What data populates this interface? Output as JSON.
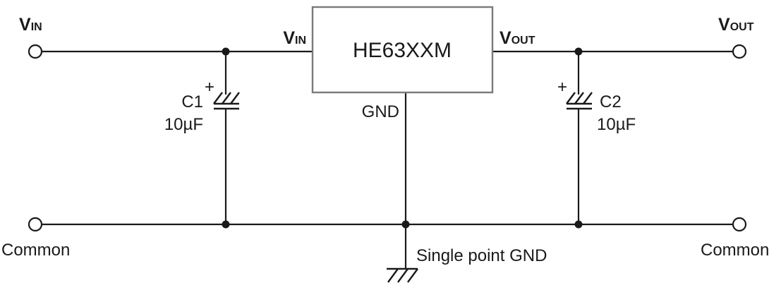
{
  "diagram": {
    "background": "#ffffff",
    "line_color": "#1a1a1a",
    "box_border_color": "#7a7a7a"
  },
  "terminals": {
    "vin": {
      "main": "V",
      "sub": "IN"
    },
    "vout": {
      "main": "V",
      "sub": "OUT"
    },
    "common_left": "Common",
    "common_right": "Common"
  },
  "regulator": {
    "name": "HE63XXM",
    "pins": {
      "vin": {
        "main": "V",
        "sub": "IN"
      },
      "vout": {
        "main": "V",
        "sub": "OUT"
      },
      "gnd": "GND"
    }
  },
  "capacitors": {
    "c1": {
      "designator": "C1",
      "value": "10µF",
      "polarity": "+"
    },
    "c2": {
      "designator": "C2",
      "value": "10µF",
      "polarity": "+"
    }
  },
  "ground": {
    "label": "Single point GND"
  }
}
